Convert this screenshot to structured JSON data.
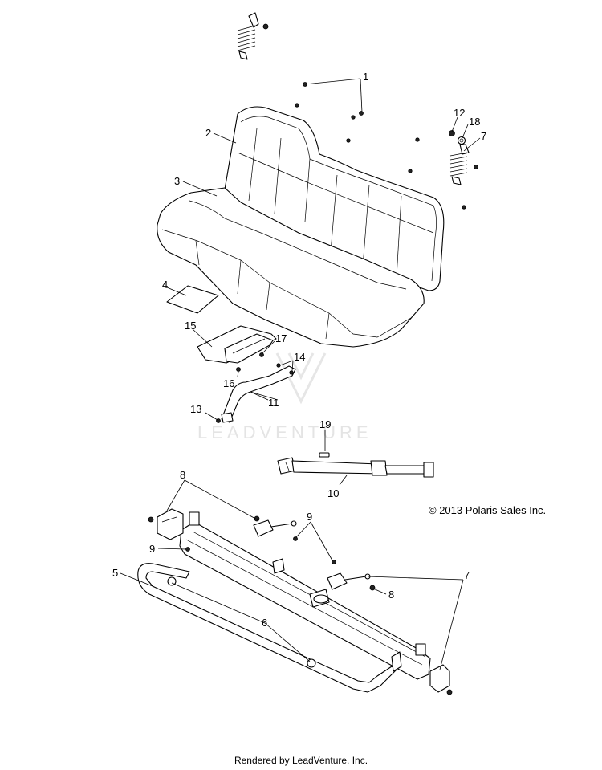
{
  "callouts": {
    "c1": "1",
    "c2": "2",
    "c3": "3",
    "c4": "4",
    "c5": "5",
    "c6": "6",
    "c7a": "7",
    "c7b": "7",
    "c8a": "8",
    "c8b": "8",
    "c9a": "9",
    "c9b": "9",
    "c10": "10",
    "c11": "11",
    "c12": "12",
    "c13": "13",
    "c14": "14",
    "c15": "15",
    "c16": "16",
    "c17": "17",
    "c18": "18",
    "c19": "19"
  },
  "copyright": "© 2013 Polaris Sales Inc.",
  "watermark": "LEADVENTURE",
  "footer": "Rendered by LeadVenture, Inc."
}
